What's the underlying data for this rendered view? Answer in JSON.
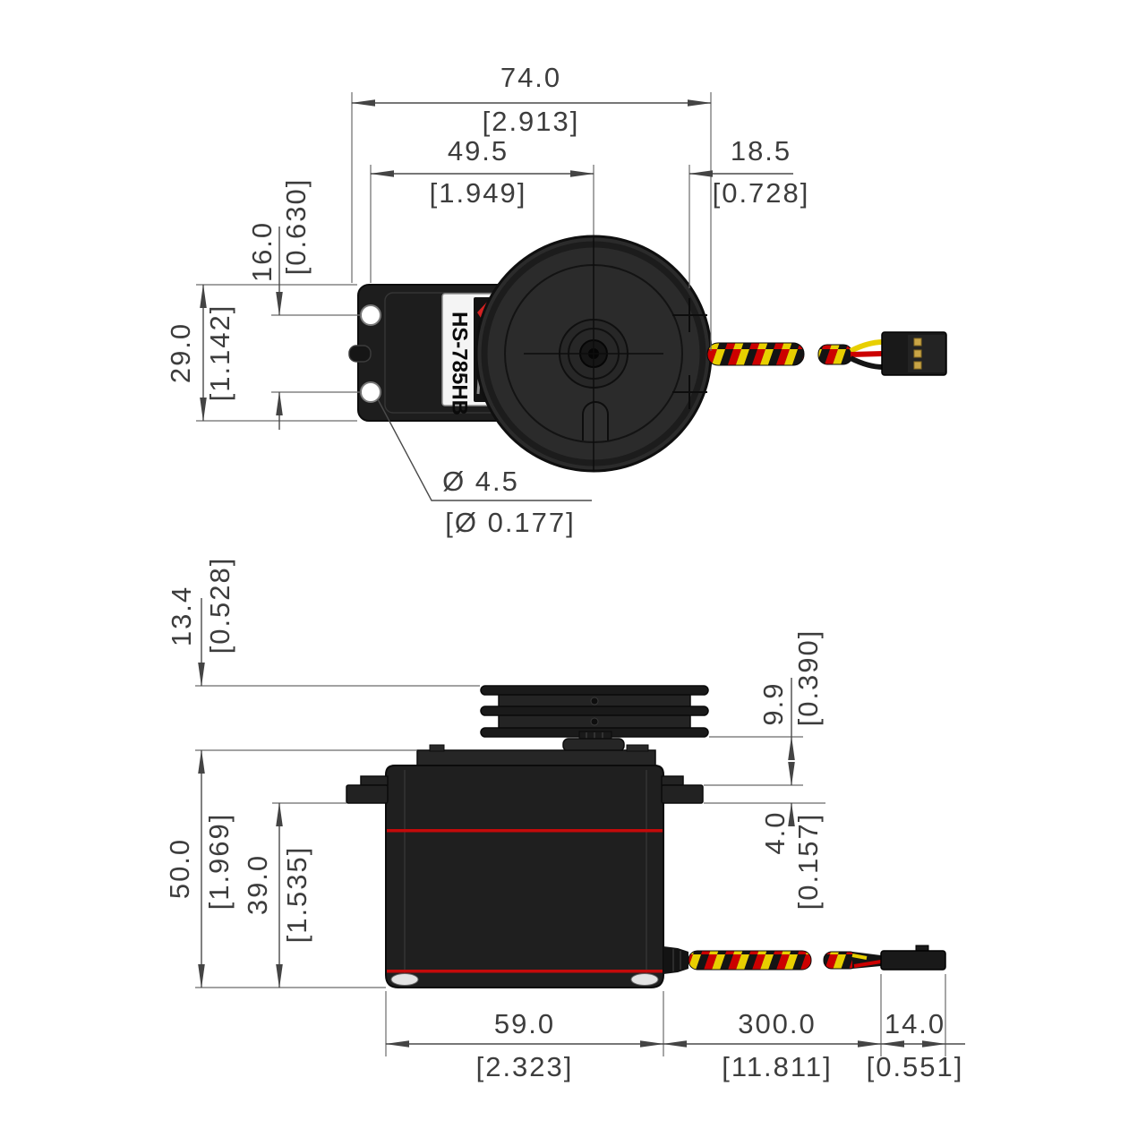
{
  "title": "HS-785HB servo dimensional drawing",
  "label": {
    "model": "HS-785HB"
  },
  "dims": {
    "top": {
      "overall_length": {
        "mm": "74.0",
        "inch": "[2.913]"
      },
      "left_edge_to_drum_center": {
        "mm": "49.5",
        "inch": "[1.949]"
      },
      "drum_center_to_drum_holes": {
        "mm": "18.5",
        "inch": "[0.728]"
      },
      "mount_hole_spacing": {
        "mm": "16.0",
        "inch": "[0.630]"
      },
      "case_width": {
        "mm": "29.0",
        "inch": "[1.142]"
      },
      "mount_hole_diameter": {
        "mm": "Ø 4.5",
        "inch": "[Ø 0.177]"
      }
    },
    "side": {
      "drum_height": {
        "mm": "13.4",
        "inch": "[0.528]"
      },
      "drum_bottom_to_flange": {
        "mm": "9.9",
        "inch": "[0.390]"
      },
      "flange_thickness": {
        "mm": "4.0",
        "inch": "[0.157]"
      },
      "overall_height": {
        "mm": "50.0",
        "inch": "[1.969]"
      },
      "flange_to_case_bottom": {
        "mm": "39.0",
        "inch": "[1.535]"
      },
      "case_length": {
        "mm": "59.0",
        "inch": "[2.323]"
      },
      "cable_length": {
        "mm": "300.0",
        "inch": "[11.811]"
      },
      "connector_length": {
        "mm": "14.0",
        "inch": "[0.551]"
      }
    }
  },
  "colors": {
    "line": "#4a4a4a",
    "case_body": "#1f1f1f",
    "drum": "#2b2b2b",
    "red_stripe": "#c40a0a",
    "wire_red": "#cc0000",
    "wire_yellow": "#e8cf00",
    "wire_black": "#141414",
    "pin_gold": "#c9a546",
    "logo_red": "#d42222"
  }
}
